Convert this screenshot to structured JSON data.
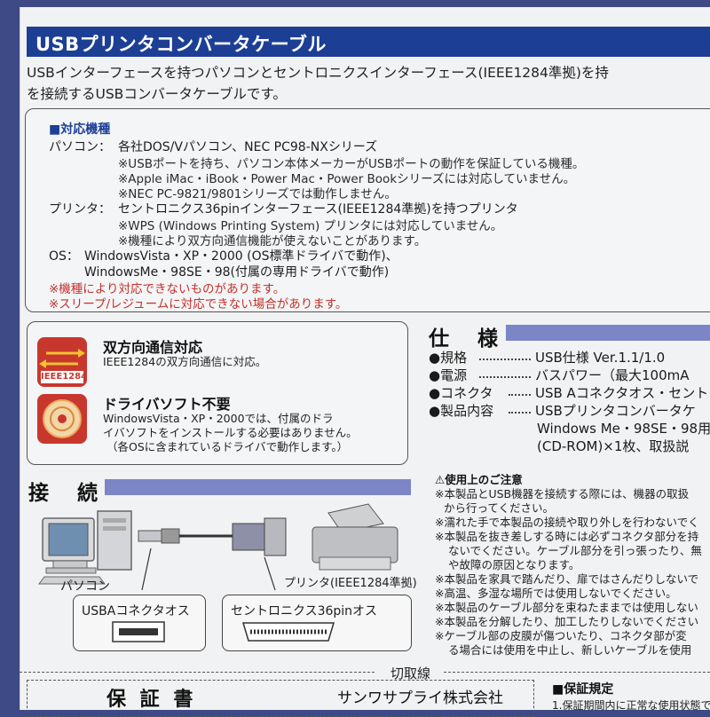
{
  "title": "USBプリンタコンバータケーブル",
  "intro": [
    "USBインターフェースを持つパソコンとセントロニクスインターフェース(IEEE1284準拠)を持",
    "を接続するUSBコンバータケーブルです。"
  ],
  "compat": {
    "heading": "■対応機種",
    "pc_label": "パソコン：",
    "pc_main": "各社DOS/Vパソコン、NEC PC98-NXシリーズ",
    "pc_notes": [
      "※USBポートを持ち、パソコン本体メーカーがUSBポートの動作を保証している機種。",
      "※Apple iMac・iBook・Power Mac・Power Bookシリーズには対応していません。",
      "※NEC PC-9821/9801シリーズでは動作しません。"
    ],
    "printer_label": "プリンタ：",
    "printer_main": "セントロニクス36pinインターフェース(IEEE1284準拠)を持つプリンタ",
    "printer_notes": [
      "※WPS (Windows Printing System) プリンタには対応していません。",
      "※機種により双方向通信機能が使えないことがあります。"
    ],
    "os_label": "OS：",
    "os_line1": "WindowsVista・XP・2000 (OS標準ドライバで動作)、",
    "os_line2": "WindowsMe・98SE・98(付属の専用ドライバで動作)",
    "red_notes": [
      "※機種により対応できないものがあります。",
      "※スリープ/レジュームに対応できない場合があります。"
    ]
  },
  "features": [
    {
      "title": "双方向通信対応",
      "desc": [
        "IEEE1284の双方向通信に対応。"
      ],
      "icon_label": "IEEE1284"
    },
    {
      "title": "ドライバソフト不要",
      "desc": [
        "WindowsVista・XP・2000では、付属のドラ",
        "イバソフトをインストールする必要はありません。",
        "（各OSに含まれているドライバで動作します。）"
      ],
      "icon_label": ""
    }
  ],
  "spec": {
    "heading": "仕 様",
    "rows": [
      {
        "label": "●規格",
        "value": "USB仕様 Ver.1.1/1.0"
      },
      {
        "label": "●電源",
        "value": "バスパワー（最大100mA"
      },
      {
        "label": "●コネクタ",
        "value": "USB Aコネクタオス・セントロニ"
      },
      {
        "label": "●製品内容",
        "value": "USBプリンタコンバータケ"
      }
    ],
    "extra_lines": [
      "Windows Me・98SE・98用",
      "(CD-ROM)×1枚、取扱説"
    ]
  },
  "connection": {
    "heading": "接 続",
    "pc_label": "パソコン",
    "printer_label": "プリンタ(IEEE1284準拠)",
    "usb_label": "USBAコネクタオス",
    "centro_label": "セントロニクス36pinオス"
  },
  "caution": {
    "heading": "⚠使用上のご注意",
    "lines": [
      "※本製品とUSB機器を接続する際には、機器の取扱",
      "から行ってください。",
      "※濡れた手で本製品の接続や取り外しを行わないでく",
      "※本製品を抜き差しする時には必ずコネクタ部分を持",
      "ないでください。ケーブル部分を引っ張ったり、無",
      "や故障の原因となります。",
      "※本製品を家具で踏んだり、扉ではさんだりしないで",
      "※高温、多湿な場所では使用しないでください。",
      "※本製品のケーブル部分を束ねたままでは使用しない",
      "※本製品を分解したり、加工したりしないでください",
      "※ケーブル部の皮膜が傷ついたり、コネクタ部が変",
      "る場合には使用を中止し、新しいケーブルを使用"
    ]
  },
  "footer": {
    "cut_line": "切取線",
    "warranty": "保 証 書",
    "company": "サンワサプライ株式会社",
    "policy": "■保証規定",
    "policy_line": "1.保証期間内に正常な使用状態で"
  },
  "colors": {
    "brand_blue": "#1c3f95",
    "accent_bar": "#7c86c6",
    "warning_red": "#c4302b"
  }
}
